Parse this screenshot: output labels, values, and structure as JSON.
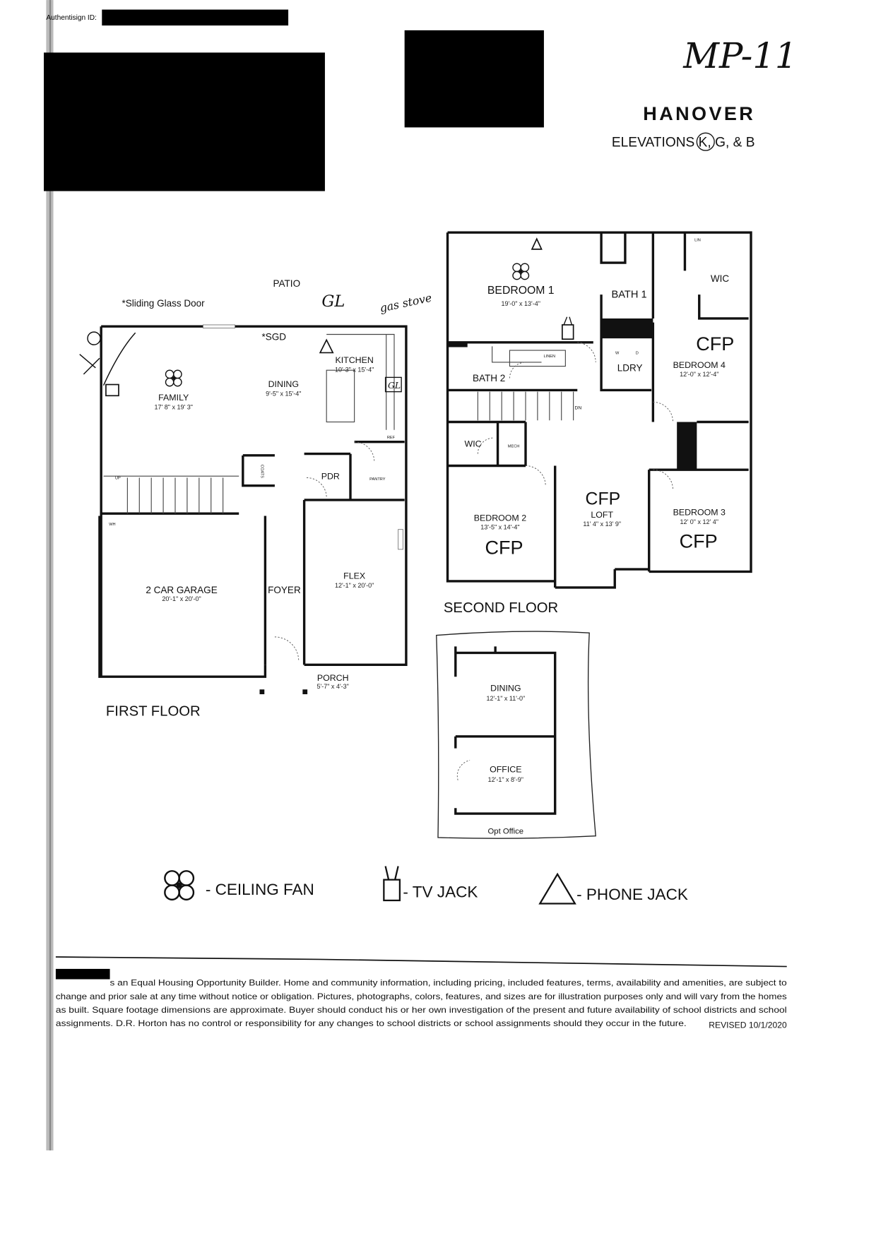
{
  "header": {
    "authentisign_label": "Authentisign ID:",
    "handwritten_code": "MP-11",
    "plan_name": "HANOVER",
    "elevations": "ELEVATIONS K, G, & B"
  },
  "first_floor": {
    "title": "FIRST FLOOR",
    "patio": "PATIO",
    "sliding_glass_door_note": "*Sliding Glass Door",
    "sgd": "*SGD",
    "rooms": [
      {
        "name": "FAMILY",
        "dims": "17' 8\" x 19' 3\""
      },
      {
        "name": "DINING",
        "dims": "9'-5\" x 15'-4\""
      },
      {
        "name": "KITCHEN",
        "dims": "10'-3\" x 15'-4\""
      },
      {
        "name": "PDR"
      },
      {
        "name": "PANTRY"
      },
      {
        "name": "COATS"
      },
      {
        "name": "2 CAR GARAGE",
        "dims": "20'-1\" x 20'-0\""
      },
      {
        "name": "FOYER"
      },
      {
        "name": "FLEX",
        "dims": "12'-1\" x 20'-0\""
      },
      {
        "name": "PORCH",
        "dims": "5'-7\" x 4'-3\""
      }
    ],
    "small_labels": {
      "up": "UP",
      "ref": "REF",
      "wh": "WH"
    },
    "handwritten": {
      "gl_top": "GL",
      "gas_stove": "gas stove",
      "gl_kitchen": "GL"
    }
  },
  "second_floor": {
    "title": "SECOND FLOOR",
    "rooms": [
      {
        "name": "BEDROOM 1",
        "dims": "19'-0\" x 13'-4\""
      },
      {
        "name": "BATH 1"
      },
      {
        "name": "WIC"
      },
      {
        "name": "LIN"
      },
      {
        "name": "BATH 2"
      },
      {
        "name": "LINEN"
      },
      {
        "name": "LDRY"
      },
      {
        "name": "BEDROOM 4",
        "dims": "12'-0\" x 12'-4\""
      },
      {
        "name": "WIC"
      },
      {
        "name": "MECH"
      },
      {
        "name": "BEDROOM 2",
        "dims": "13'-5\" x 14'-4\""
      },
      {
        "name": "LOFT",
        "dims": "11' 4\" x 13' 9\""
      },
      {
        "name": "BEDROOM 3",
        "dims": "12' 0\" x 12' 4\""
      }
    ],
    "small_labels": {
      "dn": "DN",
      "w": "W",
      "d": "D"
    },
    "handwritten_cfp": "CFP"
  },
  "optional": {
    "rooms": [
      {
        "name": "DINING",
        "dims": "12'-1\" x 11'-0\""
      },
      {
        "name": "OFFICE",
        "dims": "12'-1\" x 8'-9\""
      }
    ],
    "caption": "Opt Office"
  },
  "legend": [
    {
      "icon": "ceiling-fan-icon",
      "label": "- CEILING FAN"
    },
    {
      "icon": "tv-jack-icon",
      "label": "- TV JACK"
    },
    {
      "icon": "phone-jack-icon",
      "label": "- PHONE JACK"
    }
  ],
  "footer": {
    "lines": [
      "s an Equal Housing Opportunity Builder. Home and community information, including pricing, included features, terms, availability and amenities, are subject to",
      "change and prior sale at any time without notice or obligation. Pictures, photographs, colors, features, and sizes are for illustration purposes only and will vary from the homes",
      "as built. Square footage dimensions are approximate. Buyer should conduct his or her own investigation of the present and future availability of school districts and school",
      "assignments. D.R. Horton has no control or responsibility for any changes to school districts or school assignments should they occur in the future."
    ],
    "revised": "REVISED 10/1/2020"
  }
}
